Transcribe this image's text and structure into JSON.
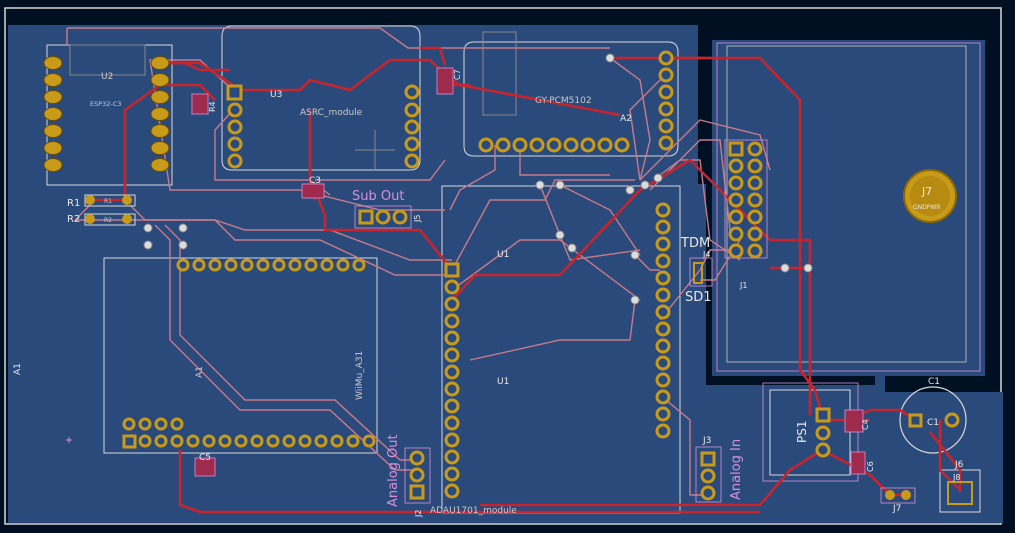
{
  "board": {
    "colors": {
      "background": "#001023",
      "copper_fill": "#2b4a7c",
      "board_edge": "#d8d8d8",
      "track_front": "#c8242c",
      "track_back": "#c87a8a",
      "pad_gold": "#c89a1a",
      "silkscreen": "#e8e8e8",
      "courtyard": "#d88fd8"
    }
  },
  "labels": {
    "a1_left": "A1",
    "u2": "U2",
    "esp": "ESP32-C3",
    "r1": "R1",
    "r2": "R2",
    "r1_pad": "R1",
    "r2_pad": "R2",
    "r4": "R4",
    "u3": "U3",
    "asrc": "ASRC_module",
    "c7": "C7",
    "gy": "GY-PCM5102",
    "a2": "A2",
    "c3": "C3",
    "sub_out": "Sub Out",
    "j5": "J5",
    "u1_top": "U1",
    "u1_mid": "U1",
    "tdm": "TDM",
    "j4": "J4",
    "sd1": "SD1",
    "j1": "J1",
    "j7_pad": "J7",
    "gndpwr": "GNDPWR",
    "wiimu": "WiiMu_A31",
    "a1_mod": "A1",
    "c5": "C5",
    "analog_out": "Analog Out",
    "j2": "J2",
    "adau": "ADAU1701_module",
    "j3": "J3",
    "analog_in": "Analog In",
    "ps1": "PS1",
    "c4": "C4",
    "c6": "C6",
    "c1_top": "C1",
    "c1_pad": "C1",
    "j6": "J6",
    "j8": "J8",
    "j7": "J7"
  }
}
